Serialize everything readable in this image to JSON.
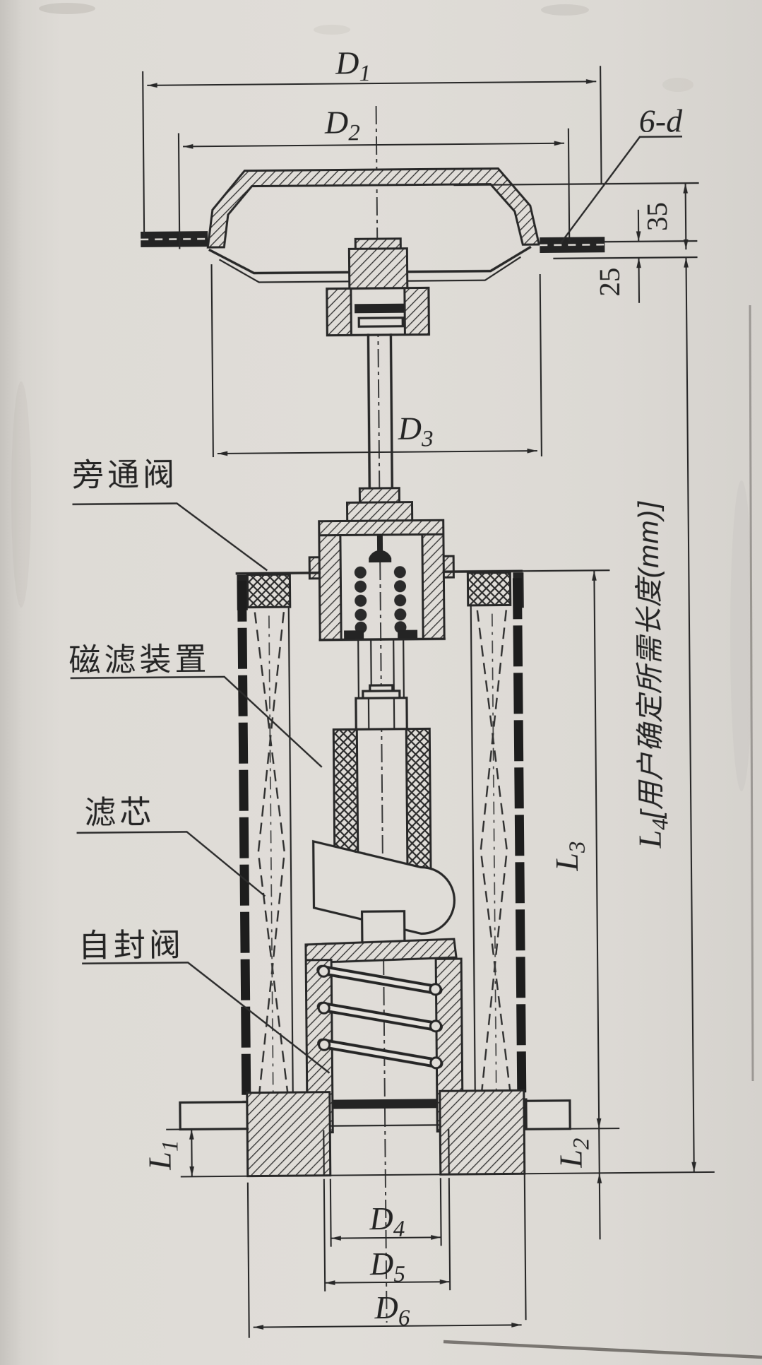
{
  "palette": {
    "paper": "#dedbd6",
    "ink": "#262626"
  },
  "labels": {
    "bypass_valve": "旁通阀",
    "magnetic_filter": "磁滤装置",
    "filter_element": "滤芯",
    "self_seal_valve": "自封阀"
  },
  "dims": {
    "d1": {
      "letter": "D",
      "sub": "1"
    },
    "d2": {
      "letter": "D",
      "sub": "2"
    },
    "d3": {
      "letter": "D",
      "sub": "3"
    },
    "d4": {
      "letter": "D",
      "sub": "4"
    },
    "d5": {
      "letter": "D",
      "sub": "5"
    },
    "d6": {
      "letter": "D",
      "sub": "6"
    },
    "l1": {
      "letter": "L",
      "sub": "1"
    },
    "l2": {
      "letter": "L",
      "sub": "2"
    },
    "l3": {
      "letter": "L",
      "sub": "3"
    },
    "l4": {
      "letter": "L",
      "sub": "4",
      "suffix": "[用户确定所需长度(mm)]"
    },
    "bolt_holes": "6-d",
    "offset_top": "35",
    "offset_mid": "25"
  }
}
